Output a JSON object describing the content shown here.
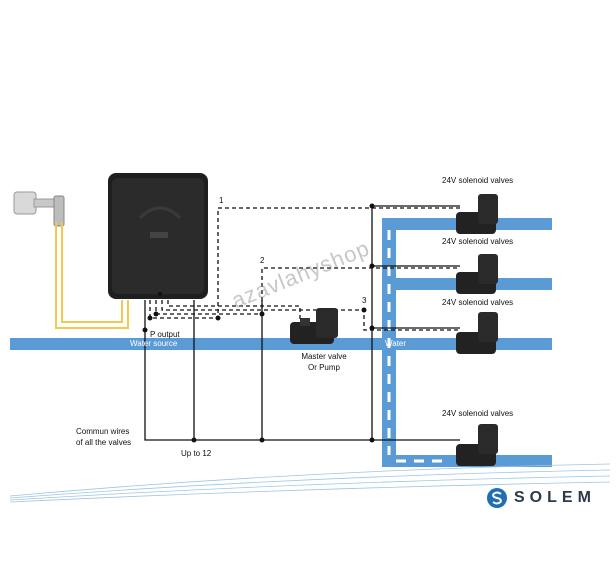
{
  "labels": {
    "valve_1": "24V solenoid valves",
    "valve_2": "24V solenoid valves",
    "valve_3": "24V solenoid valves",
    "valve_4": "24V solenoid valves",
    "num_1": "1",
    "num_2": "2",
    "num_3": "3",
    "p_output": "P output",
    "water_source": "Water source",
    "water": "Water",
    "master_line1": "Master valve",
    "master_line2": "Or Pump",
    "common_line1": "Commun wires",
    "common_line2": "of all the valves",
    "up_to": "Up to 12"
  },
  "watermark": "azavlahyshop",
  "brand": {
    "name": "SOLEM"
  },
  "colors": {
    "pipe": "#5b9bd5",
    "sensor_wire": "#f2c94c",
    "wire": "#111111",
    "brand": "#1f6fb2"
  }
}
